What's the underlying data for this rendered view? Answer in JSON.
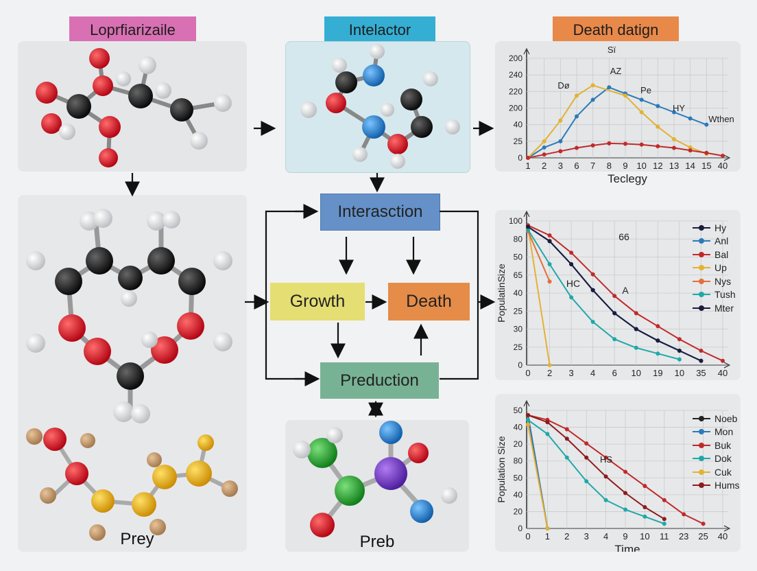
{
  "titles": {
    "left": "Loprfiarizaile",
    "center": "Intelactor",
    "right": "Death datign"
  },
  "flow": {
    "interaction": "Interasction",
    "growth": "Growth",
    "death": "Death",
    "production": "Preduction"
  },
  "molecule_labels": {
    "prey": "Prey",
    "preb": "Preb"
  },
  "chart_data": [
    {
      "type": "line",
      "xlabel": "Teclegy",
      "ylabel": "",
      "x": [
        "1",
        "2",
        "3",
        "6",
        "7",
        "8",
        "9",
        "10",
        "12",
        "13",
        "14",
        "15",
        "40"
      ],
      "y_ticks": [
        "0",
        "25",
        "40",
        "200",
        "220",
        "240",
        "200"
      ],
      "annotations": [
        "Sï",
        "AZ",
        "Dø",
        "Pe",
        "HY",
        "Wthen"
      ],
      "series": [
        {
          "color": "#2c7ab8",
          "values": [
            0,
            25,
            40,
            100,
            140,
            170,
            155,
            140,
            125,
            110,
            95,
            80,
            null
          ]
        },
        {
          "color": "#e3b234",
          "values": [
            0,
            40,
            90,
            150,
            175,
            null,
            150,
            110,
            75,
            45,
            25,
            10,
            null
          ]
        },
        {
          "color": "#c02a2a",
          "values": [
            0,
            8,
            16,
            24,
            30,
            35,
            34,
            32,
            28,
            24,
            18,
            12,
            5
          ]
        }
      ]
    },
    {
      "type": "line",
      "xlabel": "",
      "ylabel": "PopulatinSize",
      "x": [
        "0",
        "2",
        "3",
        "4",
        "6",
        "10",
        "19",
        "10",
        "35",
        "40"
      ],
      "y_ticks": [
        "0",
        "25",
        "30",
        "25",
        "40",
        "65",
        "50",
        "80",
        "100"
      ],
      "annotations": [
        "66",
        "HC",
        "A"
      ],
      "legend": [
        "Hy",
        "Anl",
        "Bal",
        "Up",
        "Nys",
        "Tush",
        "Mter"
      ],
      "series": [
        {
          "name": "Hy",
          "color": "#1c1c3c",
          "values": [
            96,
            86,
            70,
            52,
            36,
            25,
            17,
            10,
            3
          ]
        },
        {
          "name": "Anl",
          "color": "#2c7ab8",
          "values": [
            96,
            86,
            70,
            52,
            36,
            25,
            17,
            10,
            3
          ]
        },
        {
          "name": "Bal",
          "color": "#c02a2a",
          "values": [
            97,
            90,
            78,
            63,
            48,
            36,
            27,
            18,
            10,
            3
          ]
        },
        {
          "name": "Up",
          "color": "#e3b234",
          "values": [
            96,
            0
          ]
        },
        {
          "name": "Nys",
          "color": "#e2703a",
          "values": [
            93,
            58
          ]
        },
        {
          "name": "Tush",
          "color": "#20a8a8",
          "values": [
            94,
            70,
            47,
            30,
            18,
            12,
            8,
            4
          ]
        },
        {
          "name": "Mter",
          "color": "#1c1c3c",
          "values": [
            96,
            86,
            70,
            52,
            36,
            25,
            17,
            10,
            3
          ]
        }
      ]
    },
    {
      "type": "line",
      "xlabel": "Time",
      "ylabel": "Population Size",
      "x": [
        "0",
        "1",
        "2",
        "3",
        "4",
        "9",
        "10",
        "11",
        "23",
        "25",
        "40"
      ],
      "y_ticks": [
        "0",
        "20",
        "40",
        "50",
        "80",
        "20",
        "40",
        "50"
      ],
      "annotations": [
        "HS"
      ],
      "legend": [
        "Noeb",
        "Mon",
        "Buk",
        "Dok",
        "Cuk",
        "Hums"
      ],
      "series": [
        {
          "name": "Noeb",
          "color": "#222222",
          "values": [
            48,
            0
          ]
        },
        {
          "name": "Mon",
          "color": "#2c7ab8",
          "values": [
            48,
            0
          ]
        },
        {
          "name": "Buk",
          "color": "#c02a2a",
          "values": [
            48,
            46,
            42,
            36,
            30,
            24,
            18,
            12,
            6,
            2
          ]
        },
        {
          "name": "Dok",
          "color": "#20a8a8",
          "values": [
            46,
            40,
            30,
            20,
            12,
            8,
            5,
            2
          ]
        },
        {
          "name": "Cuk",
          "color": "#e3b234",
          "values": [
            44,
            0
          ]
        },
        {
          "name": "Hums",
          "color": "#8c1c1c",
          "values": [
            48,
            45,
            38,
            30,
            22,
            15,
            9,
            4
          ]
        }
      ]
    }
  ]
}
